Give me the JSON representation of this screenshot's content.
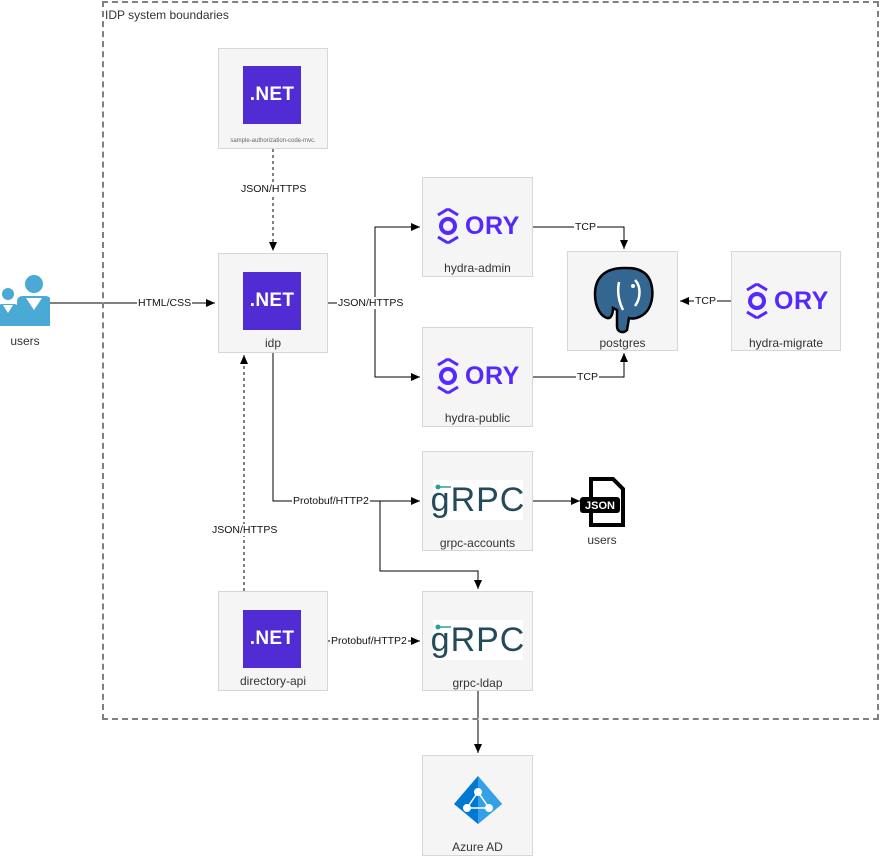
{
  "boundary": {
    "label": "IDP system boundaries"
  },
  "actors": {
    "users": {
      "label": "users"
    }
  },
  "nodes": {
    "sample_client": {
      "label": "sample-authorization-code-mvc.",
      "logo": ".NET"
    },
    "idp": {
      "label": "idp",
      "logo": ".NET"
    },
    "directory_api": {
      "label": "directory-api",
      "logo": ".NET"
    },
    "hydra_admin": {
      "label": "hydra-admin",
      "logo": "ORY"
    },
    "hydra_public": {
      "label": "hydra-public",
      "logo": "ORY"
    },
    "hydra_migrate": {
      "label": "hydra-migrate",
      "logo": "ORY"
    },
    "postgres": {
      "label": "postgres"
    },
    "grpc_accounts": {
      "label": "grpc-accounts",
      "logo": "gRPC"
    },
    "grpc_ldap": {
      "label": "grpc-ldap",
      "logo": "gRPC"
    },
    "users_json": {
      "label": "users",
      "badge": "JSON"
    },
    "azure_ad": {
      "label": "Azure AD"
    }
  },
  "edges": {
    "users_to_idp": "HTML/CSS",
    "sample_to_idp": "JSON/HTTPS",
    "idp_to_hydra": "JSON/HTTPS",
    "hydra_admin_to_pg": "TCP",
    "hydra_public_to_pg": "TCP",
    "migrate_to_pg": "TCP",
    "idp_to_grpc": "Protobuf/HTTP2",
    "directory_to_idp": "JSON/HTTPS",
    "directory_to_ldap": "Protobuf/HTTP2"
  },
  "colors": {
    "dotnet": "#512bd4",
    "ory": "#5528ff",
    "grpc": "#244b5a",
    "user_icon": "#4ba9d6",
    "postgres": "#336791",
    "azure": "#0078d4"
  }
}
